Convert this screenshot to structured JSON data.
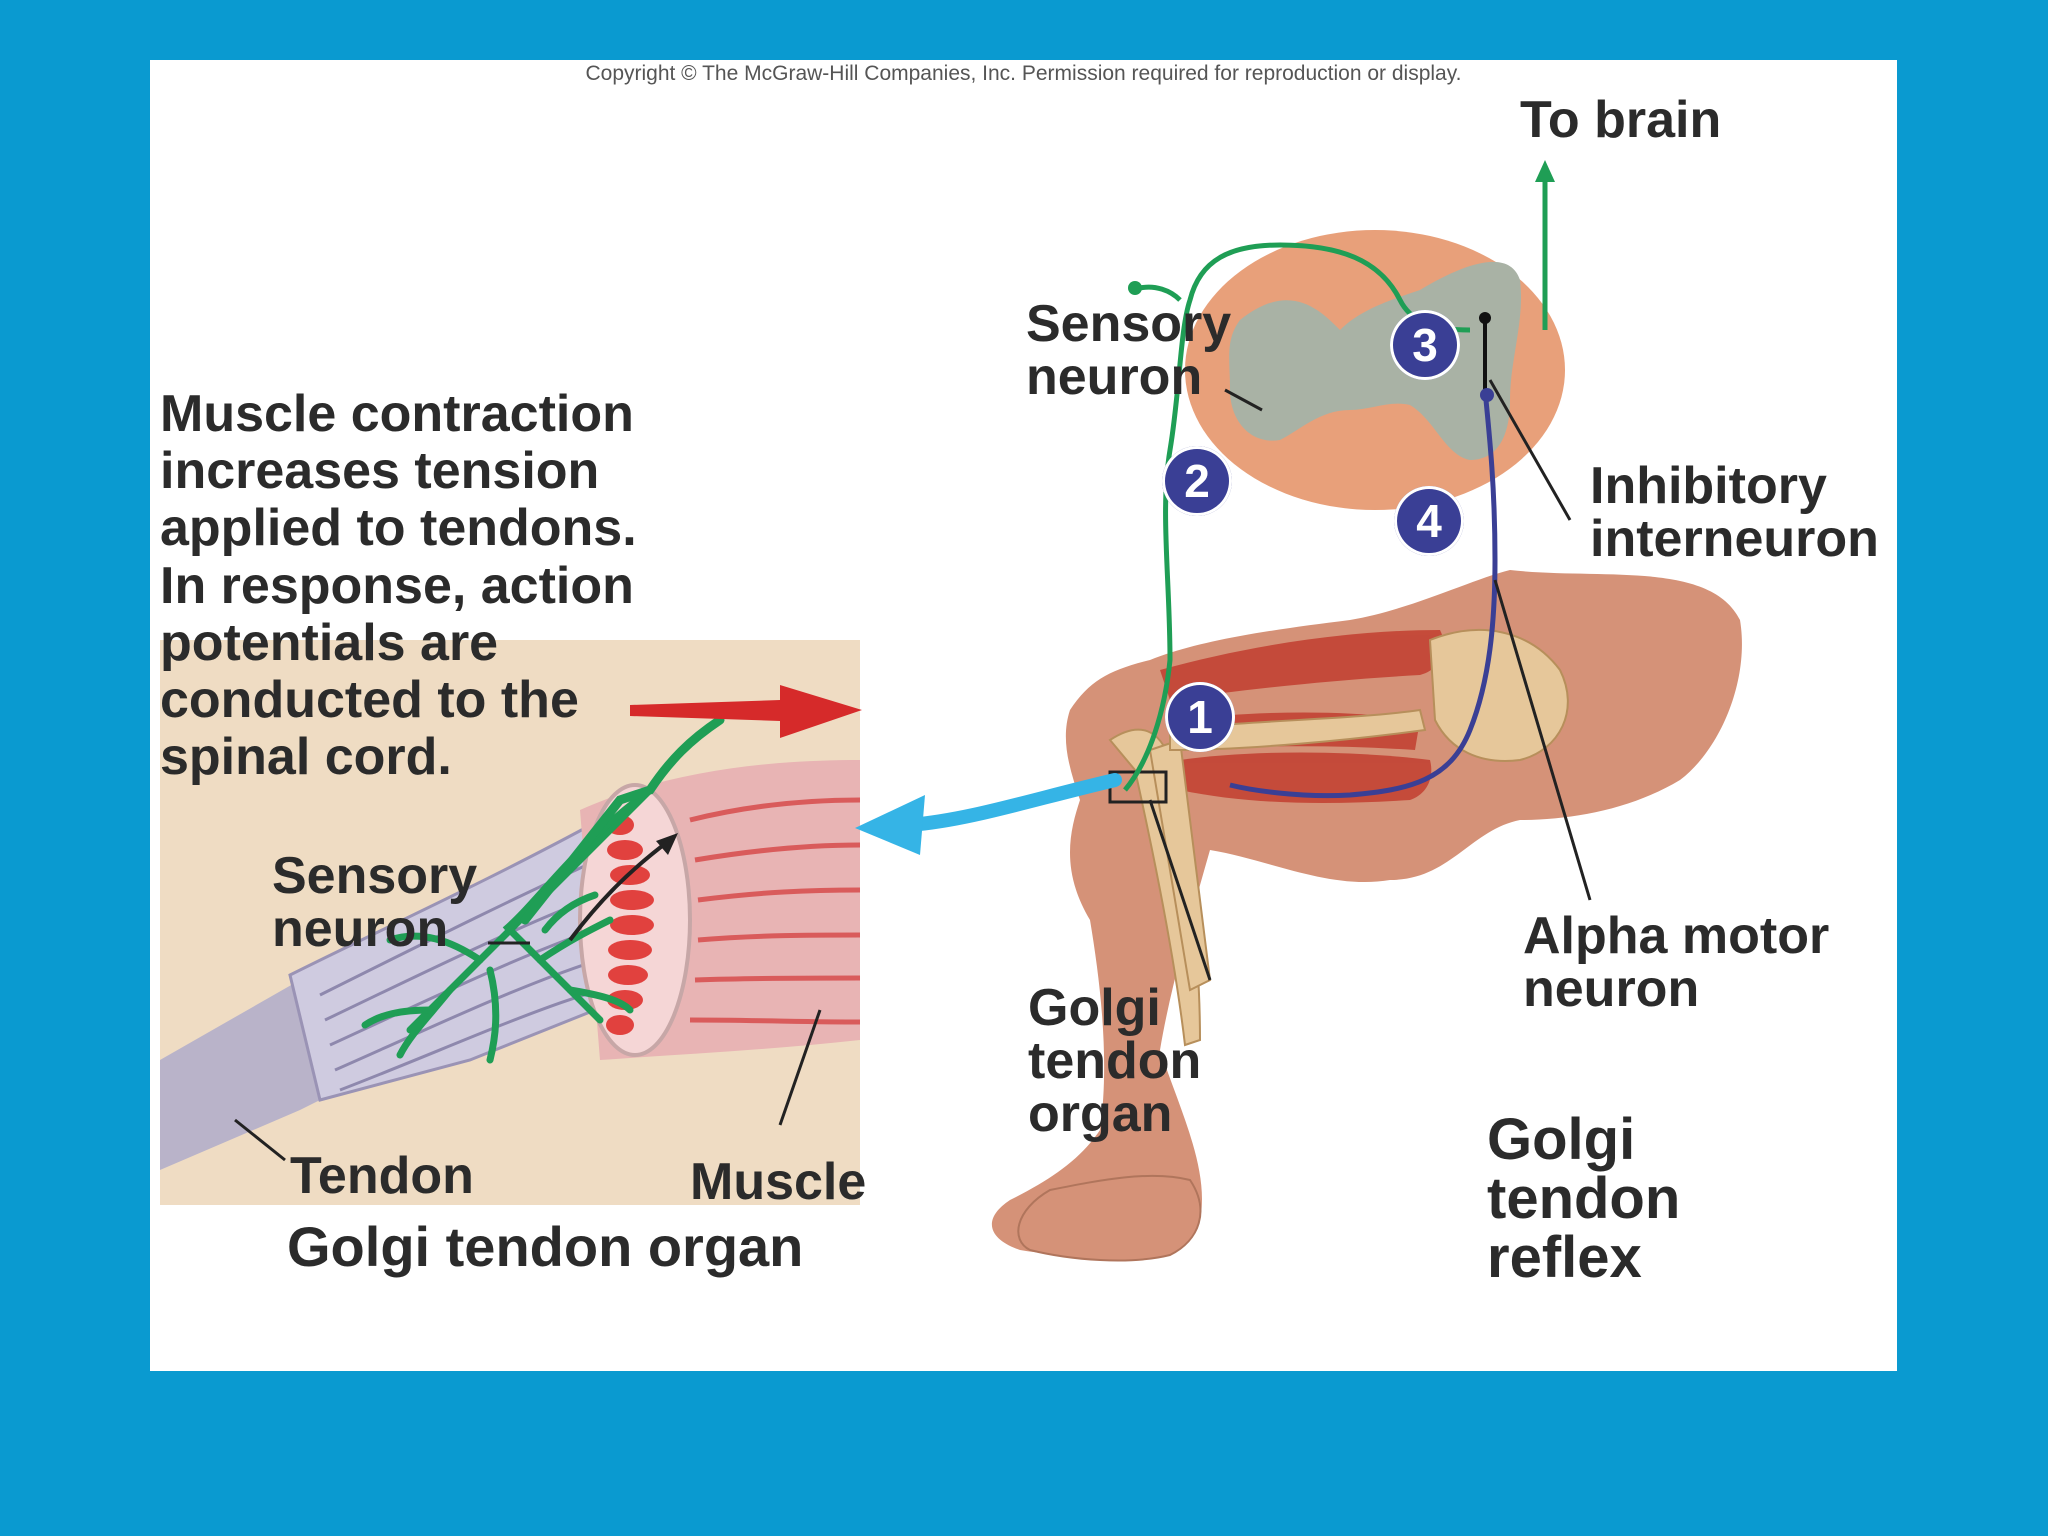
{
  "copyright": "Copyright © The McGraw-Hill Companies, Inc. Permission required for reproduction or display.",
  "labels": {
    "to_brain": "To brain",
    "sensory_neuron_top": [
      "Sensory",
      "neuron"
    ],
    "inhibitory_interneuron": [
      "Inhibitory",
      "interneuron"
    ],
    "alpha_motor_neuron": [
      "Alpha motor",
      "neuron"
    ],
    "golgi_tendon_organ_leg": [
      "Golgi",
      "tendon",
      "organ"
    ],
    "golgi_tendon_reflex": [
      "Golgi",
      "tendon",
      "reflex"
    ],
    "sensory_neuron_inset": [
      "Sensory",
      "neuron"
    ],
    "tendon": "Tendon",
    "muscle": "Muscle",
    "inset_title": "Golgi tendon organ"
  },
  "description_lines": [
    "Muscle contraction",
    "increases tension",
    "applied to tendons.",
    "In response, action",
    "potentials are",
    "conducted to the",
    "spinal cord."
  ],
  "steps": [
    "1",
    "2",
    "3",
    "4"
  ],
  "colors": {
    "background": "#0a9ad0",
    "sensory_neuron": "#1f9e55",
    "motor_neuron": "#3a3f95",
    "step_badge": "#3a3f95",
    "arrow_red": "#d62a2a",
    "arrow_blue": "#35b4e6",
    "inset_bg": "#efdcc3"
  }
}
